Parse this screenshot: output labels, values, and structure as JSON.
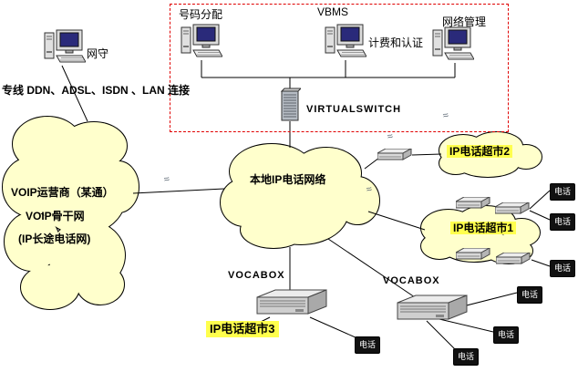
{
  "vbms_box": {
    "title": "VBMS",
    "number_allocation": "号码分配",
    "billing_auth": "计费和认证",
    "network_mgmt": "网络管理"
  },
  "gatekeeper": "网守",
  "access_text": "专线 DDN、ADSL、ISDN 、LAN 连接",
  "voip_cloud": {
    "line1": "VOIP运营商（某通）",
    "line2": "VOIP骨干网",
    "line3": "(IP长途电话网)"
  },
  "virtualswitch": "VIRTUALSWITCH",
  "local_cloud": "本地IP电话网络",
  "supermarket1": "IP电话超市1",
  "supermarket2": "IP电话超市2",
  "supermarket3": "IP电话超市3",
  "vocabox": "VOCABOX",
  "phone": "电话",
  "squiggle_glyph": "≈",
  "colors": {
    "cloud_fill": "#ffffcc",
    "label_highlight": "#ffff4d",
    "frame_red": "#e00000",
    "phone_bg": "#111111"
  }
}
